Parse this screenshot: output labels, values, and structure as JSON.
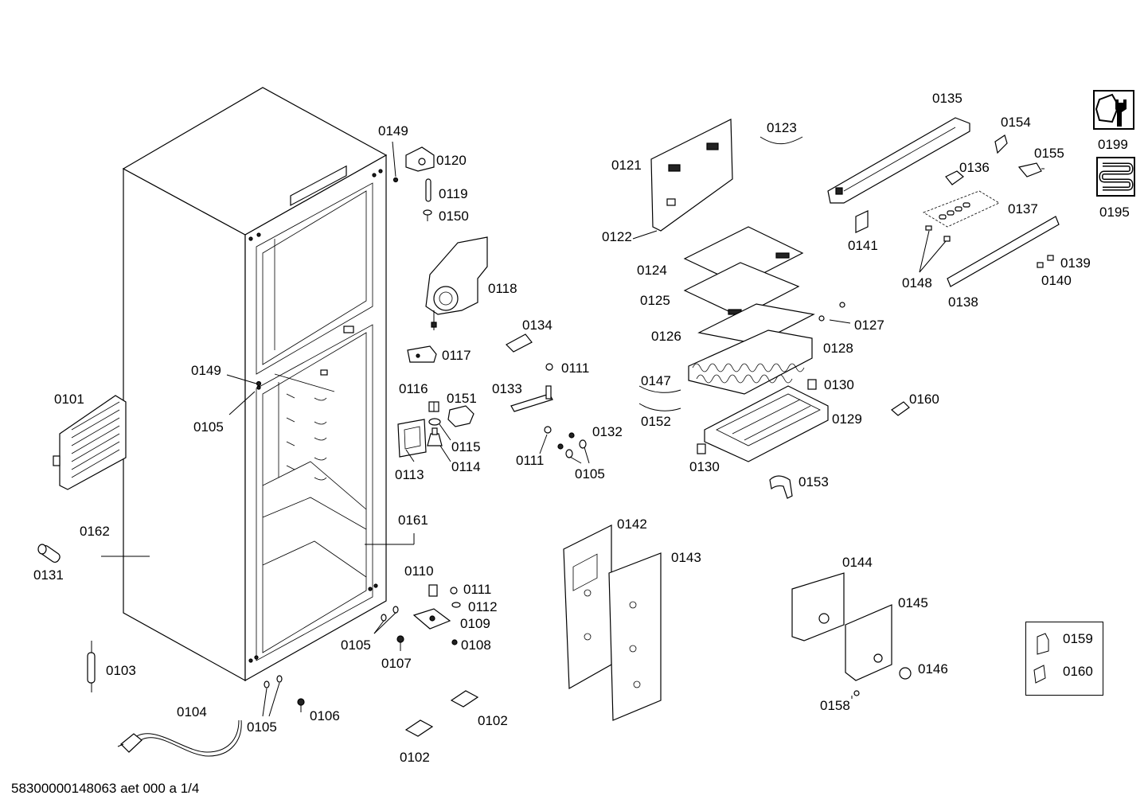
{
  "footer_text": "58300000148063 aet 000 a 1/4",
  "parts": [
    {
      "id": "0101"
    },
    {
      "id": "0102a"
    },
    {
      "id": "0102b"
    },
    {
      "id": "0103"
    },
    {
      "id": "0104"
    },
    {
      "id": "0105a"
    },
    {
      "id": "0105b"
    },
    {
      "id": "0105c"
    },
    {
      "id": "0105d"
    },
    {
      "id": "0106"
    },
    {
      "id": "0107"
    },
    {
      "id": "0108"
    },
    {
      "id": "0109"
    },
    {
      "id": "0110"
    },
    {
      "id": "0111a"
    },
    {
      "id": "0111b"
    },
    {
      "id": "0111c"
    },
    {
      "id": "0112"
    },
    {
      "id": "0113"
    },
    {
      "id": "0114"
    },
    {
      "id": "0115"
    },
    {
      "id": "0116"
    },
    {
      "id": "0117"
    },
    {
      "id": "0118"
    },
    {
      "id": "0119"
    },
    {
      "id": "0120"
    },
    {
      "id": "0121"
    },
    {
      "id": "0122"
    },
    {
      "id": "0123"
    },
    {
      "id": "0124"
    },
    {
      "id": "0125"
    },
    {
      "id": "0126"
    },
    {
      "id": "0127"
    },
    {
      "id": "0128"
    },
    {
      "id": "0129"
    },
    {
      "id": "0130a"
    },
    {
      "id": "0130b"
    },
    {
      "id": "0131"
    },
    {
      "id": "0132"
    },
    {
      "id": "0133"
    },
    {
      "id": "0134"
    },
    {
      "id": "0135"
    },
    {
      "id": "0136"
    },
    {
      "id": "0137"
    },
    {
      "id": "0138"
    },
    {
      "id": "0139"
    },
    {
      "id": "0140"
    },
    {
      "id": "0141"
    },
    {
      "id": "0142"
    },
    {
      "id": "0143"
    },
    {
      "id": "0144"
    },
    {
      "id": "0145"
    },
    {
      "id": "0146"
    },
    {
      "id": "0147"
    },
    {
      "id": "0148"
    },
    {
      "id": "0149a"
    },
    {
      "id": "0149b"
    },
    {
      "id": "0150"
    },
    {
      "id": "0151"
    },
    {
      "id": "0152"
    },
    {
      "id": "0153"
    },
    {
      "id": "0154"
    },
    {
      "id": "0155"
    },
    {
      "id": "0158"
    },
    {
      "id": "0159"
    },
    {
      "id": "0160a"
    },
    {
      "id": "0160b"
    },
    {
      "id": "0161"
    },
    {
      "id": "0162"
    },
    {
      "id": "0195"
    },
    {
      "id": "0199"
    }
  ],
  "labels": {
    "0101": "0101",
    "0102a": "0102",
    "0102b": "0102",
    "0103": "0103",
    "0104": "0104",
    "0105a": "0105",
    "0105b": "0105",
    "0105c": "0105",
    "0105d": "0105",
    "0106": "0106",
    "0107": "0107",
    "0108": "0108",
    "0109": "0109",
    "0110": "0110",
    "0111a": "0111",
    "0111b": "0111",
    "0111c": "0111",
    "0112": "0112",
    "0113": "0113",
    "0114": "0114",
    "0115": "0115",
    "0116": "0116",
    "0117": "0117",
    "0118": "0118",
    "0119": "0119",
    "0120": "0120",
    "0121": "0121",
    "0122": "0122",
    "0123": "0123",
    "0124": "0124",
    "0125": "0125",
    "0126": "0126",
    "0127": "0127",
    "0128": "0128",
    "0129": "0129",
    "0130a": "0130",
    "0130b": "0130",
    "0131": "0131",
    "0132": "0132",
    "0133": "0133",
    "0134": "0134",
    "0135": "0135",
    "0136": "0136",
    "0137": "0137",
    "0138": "0138",
    "0139": "0139",
    "0140": "0140",
    "0141": "0141",
    "0142": "0142",
    "0143": "0143",
    "0144": "0144",
    "0145": "0145",
    "0146": "0146",
    "0147": "0147",
    "0148": "0148",
    "0149a": "0149",
    "0149b": "0149",
    "0150": "0150",
    "0151": "0151",
    "0152": "0152",
    "0153": "0153",
    "0154": "0154",
    "0155": "0155",
    "0158": "0158",
    "0159": "0159",
    "0160a": "0160",
    "0160b": "0160",
    "0161": "0161",
    "0162": "0162",
    "0195": "0195",
    "0199": "0199"
  },
  "icons": {
    "tool_icon": "wrench-nut-icon",
    "coil_icon": "heating-coil-icon"
  }
}
